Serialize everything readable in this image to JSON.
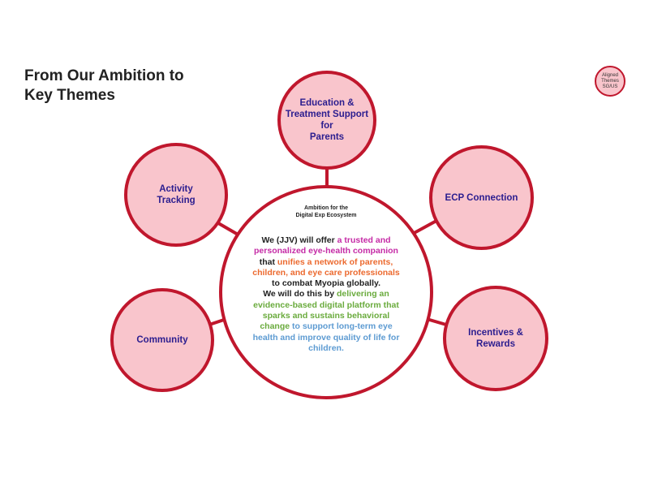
{
  "title": {
    "line1": "From Our Ambition to",
    "line2": "Key Themes"
  },
  "badge": {
    "line1": "Aligned",
    "line2": "Themes",
    "line3": "SG/US"
  },
  "colors": {
    "node_fill": "#f9c5cc",
    "node_border": "#c0172d",
    "node_text": "#2b1d8f",
    "magenta": "#c52ba6",
    "orange": "#ec6a2f",
    "green": "#6aab3d",
    "blue": "#5d9bd2"
  },
  "center": {
    "heading_line1": "Ambition for the",
    "heading_line2": "Digital Exp Ecosystem",
    "segments": [
      {
        "text": "We (JJV) will offer ",
        "color": "dark"
      },
      {
        "text": "a trusted and personalized eye-health companion",
        "color": "magenta"
      },
      {
        "text": " that ",
        "color": "dark"
      },
      {
        "text": "unifies a network of parents, children, and eye care professionals",
        "color": "orange"
      },
      {
        "text": " to combat Myopia globally.",
        "color": "dark"
      },
      {
        "text": "BREAK",
        "color": "dark"
      },
      {
        "text": "We will do this by ",
        "color": "dark"
      },
      {
        "text": "delivering an evidence-based digital platform that sparks and sustains behavioral change",
        "color": "green"
      },
      {
        "text": " to support long-term eye health and improve quality of life for children.",
        "color": "blue"
      }
    ]
  },
  "themes": {
    "education": [
      "Education &",
      "Treatment Support",
      "for",
      "Parents"
    ],
    "activity": [
      "Activity",
      "Tracking"
    ],
    "ecp": [
      "ECP Connection"
    ],
    "community": [
      "Community"
    ],
    "incentives": [
      "Incentives &",
      "Rewards"
    ]
  }
}
